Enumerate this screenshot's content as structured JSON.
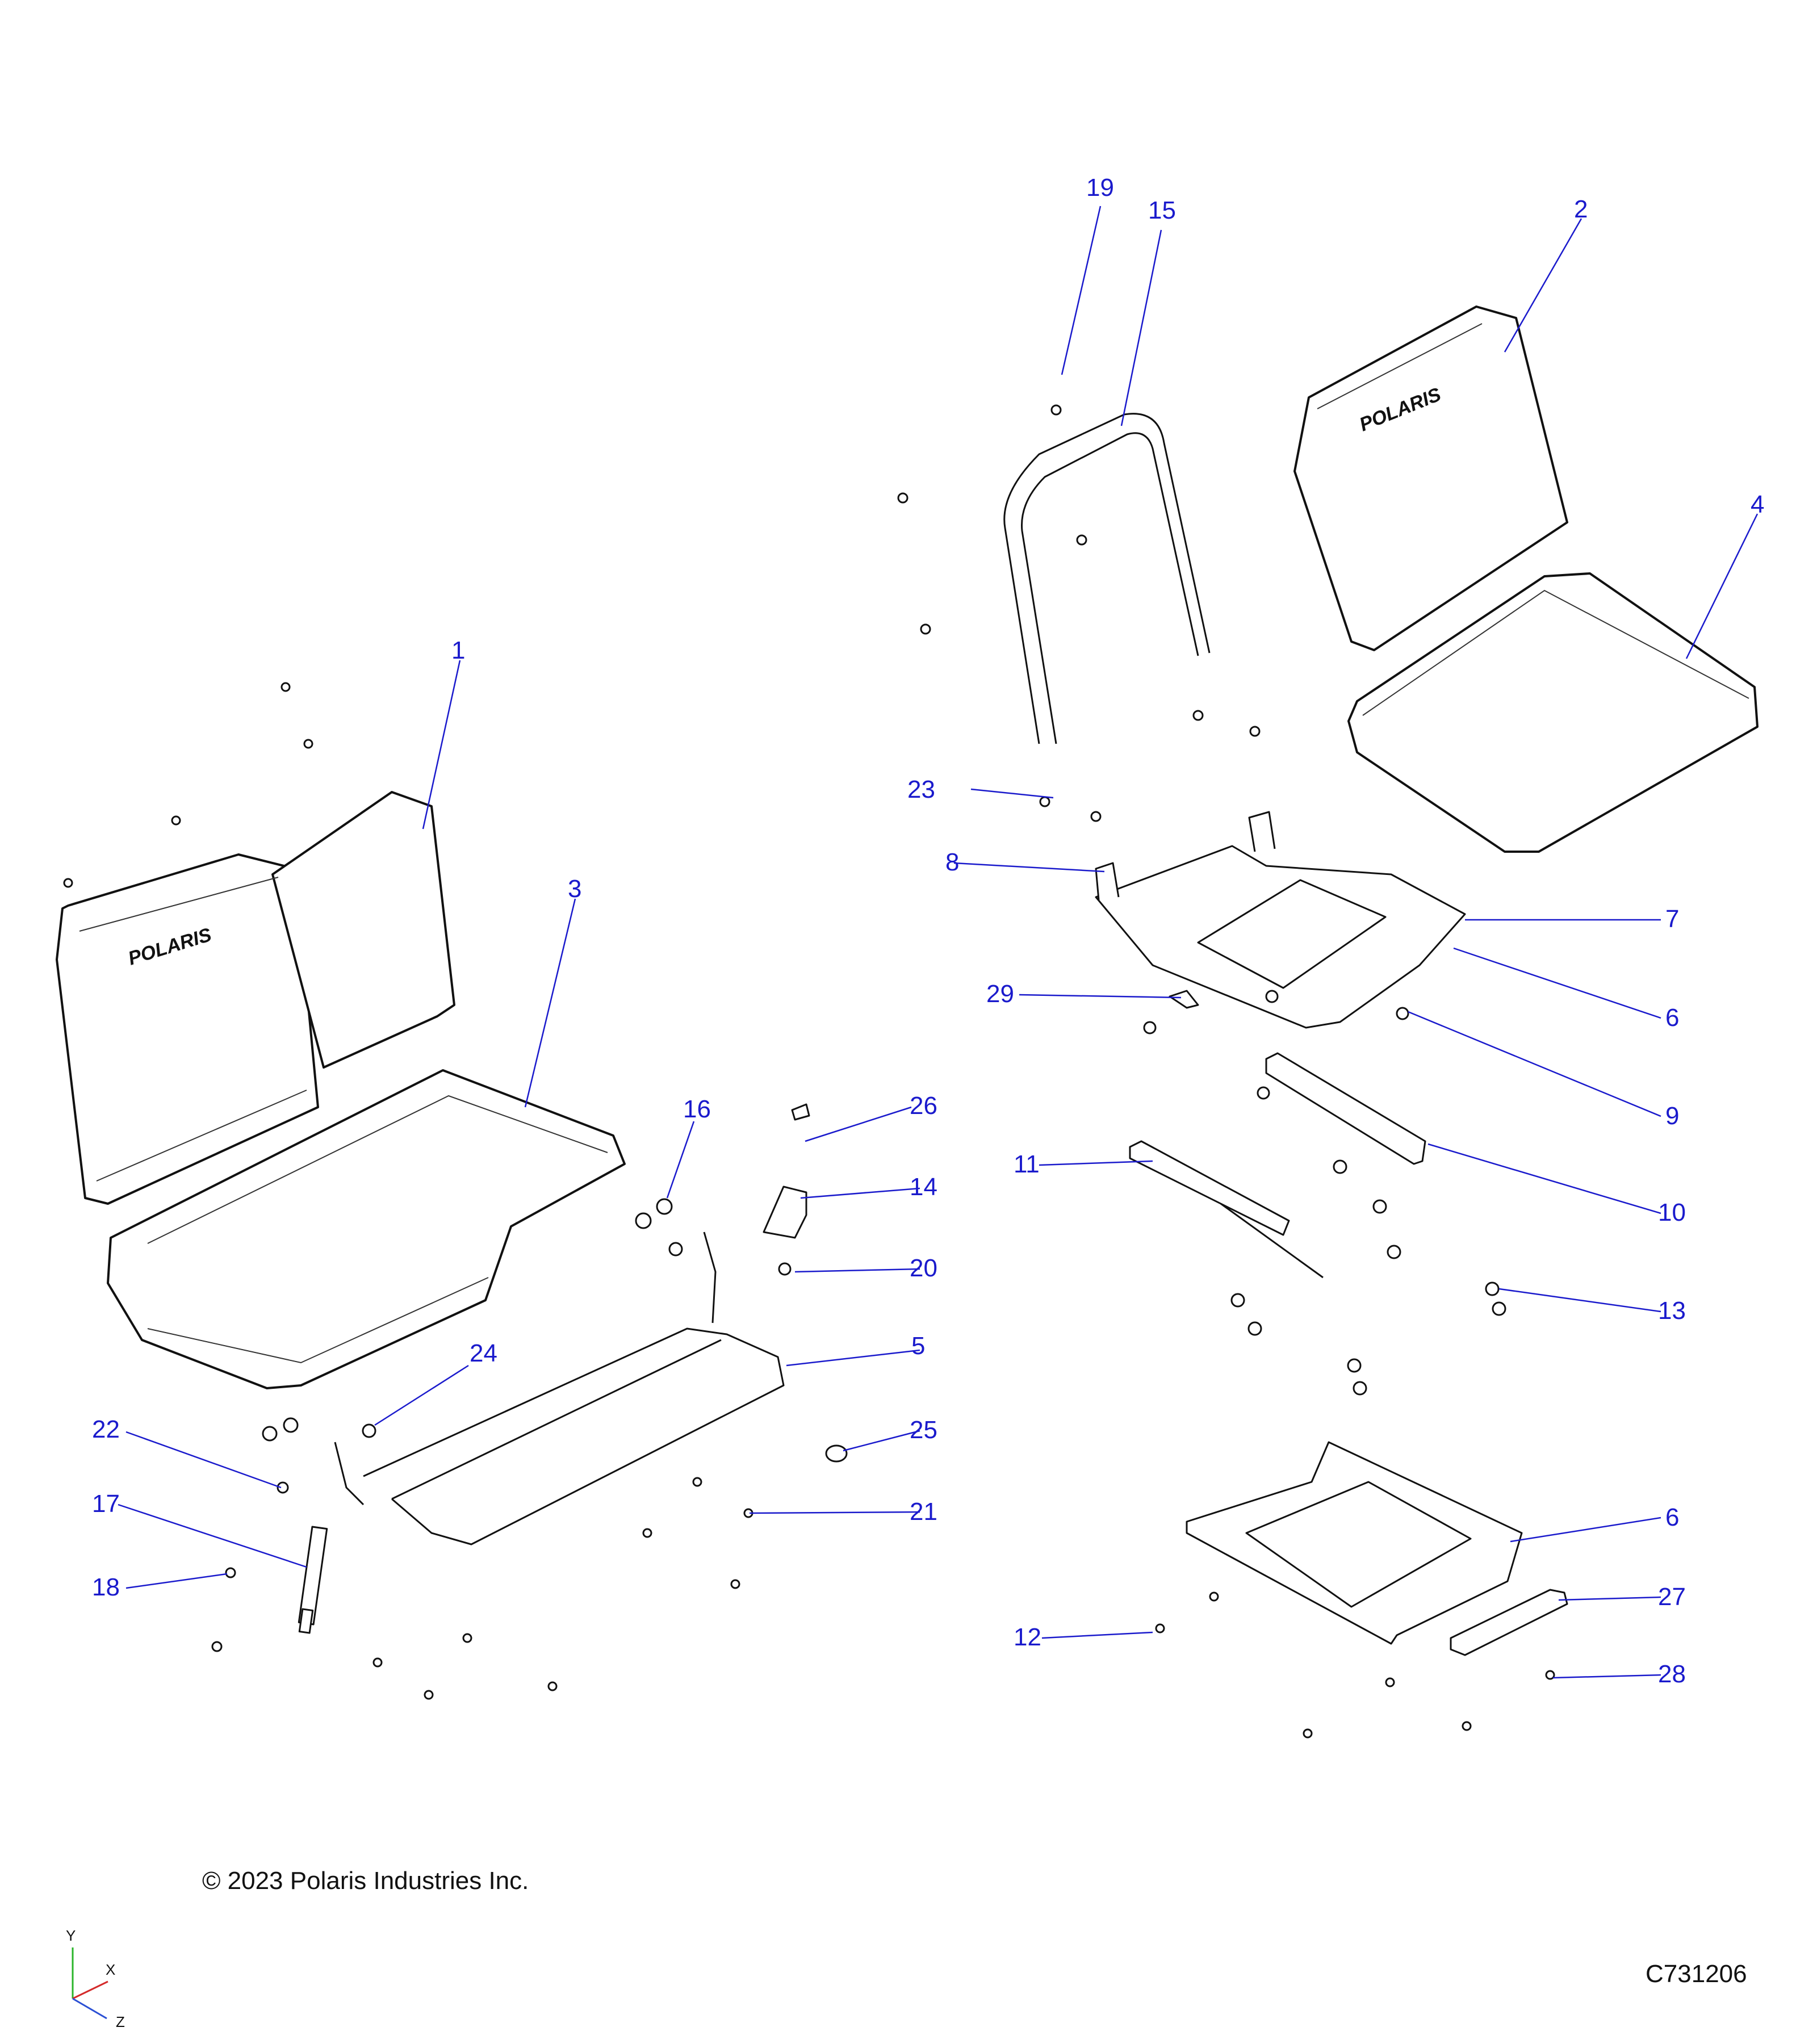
{
  "callouts": [
    {
      "id": "c1",
      "label": "1"
    },
    {
      "id": "c2",
      "label": "2"
    },
    {
      "id": "c3",
      "label": "3"
    },
    {
      "id": "c4",
      "label": "4"
    },
    {
      "id": "c5",
      "label": "5"
    },
    {
      "id": "c6a",
      "label": "6"
    },
    {
      "id": "c6b",
      "label": "6"
    },
    {
      "id": "c7",
      "label": "7"
    },
    {
      "id": "c8",
      "label": "8"
    },
    {
      "id": "c9",
      "label": "9"
    },
    {
      "id": "c10",
      "label": "10"
    },
    {
      "id": "c11",
      "label": "11"
    },
    {
      "id": "c12",
      "label": "12"
    },
    {
      "id": "c13",
      "label": "13"
    },
    {
      "id": "c14",
      "label": "14"
    },
    {
      "id": "c15",
      "label": "15"
    },
    {
      "id": "c16",
      "label": "16"
    },
    {
      "id": "c17",
      "label": "17"
    },
    {
      "id": "c18",
      "label": "18"
    },
    {
      "id": "c19",
      "label": "19"
    },
    {
      "id": "c20",
      "label": "20"
    },
    {
      "id": "c21",
      "label": "21"
    },
    {
      "id": "c22",
      "label": "22"
    },
    {
      "id": "c23",
      "label": "23"
    },
    {
      "id": "c24",
      "label": "24"
    },
    {
      "id": "c25",
      "label": "25"
    },
    {
      "id": "c26",
      "label": "26"
    },
    {
      "id": "c27",
      "label": "27"
    },
    {
      "id": "c28",
      "label": "28"
    },
    {
      "id": "c29",
      "label": "29"
    }
  ],
  "brand_text": "POLARIS",
  "copyright": "© 2023 Polaris Industries Inc.",
  "drawing_number": "C731206",
  "axes": {
    "y": "Y",
    "x": "X",
    "z": "Z"
  },
  "colors": {
    "callout": "#1a1acc",
    "line": "#111111",
    "axis_y": "#2bb52b",
    "axis_x": "#d42a2a",
    "axis_z": "#2a4fd4"
  }
}
